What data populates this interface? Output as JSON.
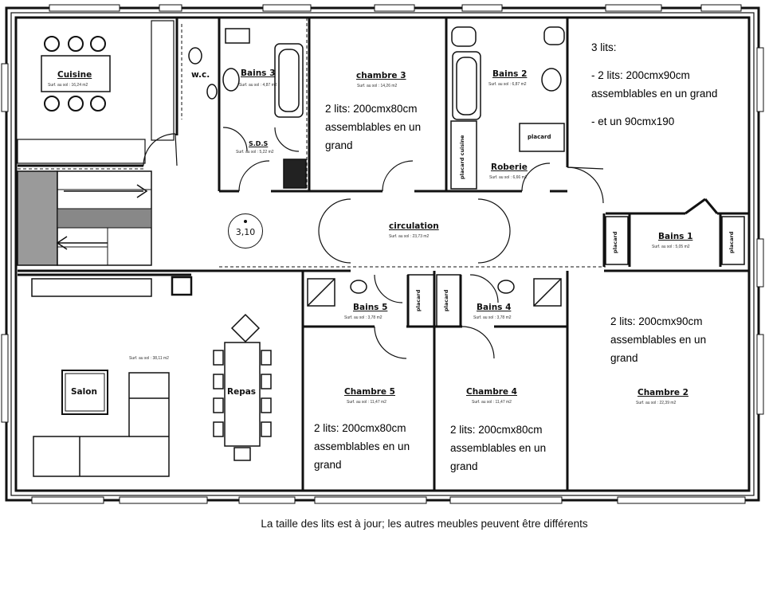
{
  "rooms": {
    "cuisine": {
      "name": "Cuisine",
      "area": "Surf. au sol : 16,24 m2"
    },
    "wc": {
      "name": "w.c."
    },
    "bains3": {
      "name": "Bains 3",
      "area": "Surf. au sol : 4,87 m2"
    },
    "sds": {
      "name": "S.D.S",
      "area": "Surf. au sol : 5,22 m2"
    },
    "chambre3": {
      "name": "chambre 3",
      "area": "Surf. au sol : 14,26 m2"
    },
    "bains2": {
      "name": "Bains 2",
      "area": "Surf. au sol : 6,87 m2"
    },
    "placard_cuisine": {
      "name": "placard cuisine"
    },
    "placard": {
      "name": "placard"
    },
    "roberie": {
      "name": "Roberie",
      "area": "Surf. au sol : 6,66 m2"
    },
    "circulation": {
      "name": "circulation",
      "area": "Surf. au sol : 23,73 m2"
    },
    "bains1": {
      "name": "Bains 1",
      "area": "Surf. au sol : 5,05 m2"
    },
    "placard_b1_left": {
      "name": "placard"
    },
    "placard_b1_right": {
      "name": "placard"
    },
    "salon": {
      "name": "Salon",
      "area": "Surf. au sol : 38,11 m2"
    },
    "repas": {
      "name": "Repas"
    },
    "bains5": {
      "name": "Bains 5",
      "area": "Surf. au sol : 3,78 m2"
    },
    "placard_b5": {
      "name": "placard"
    },
    "placard_b4": {
      "name": "placard"
    },
    "bains4": {
      "name": "Bains 4",
      "area": "Surf. au sol : 3,78 m2"
    },
    "chambre5": {
      "name": "Chambre 5",
      "area": "Surf. au sol : 11,47 m2"
    },
    "chambre4": {
      "name": "Chambre 4",
      "area": "Surf. au sol : 11,47 m2"
    },
    "chambre2": {
      "name": "Chambre 2",
      "area": "Surf. au sol : 22,39 m2"
    }
  },
  "height_marker": "3,10",
  "notes": {
    "chambre3": [
      "2 lits: 200cmx80cm",
      "assemblables en un",
      "grand"
    ],
    "chambre1": [
      "3 lits:",
      "",
      "- 2 lits: 200cmx90cm",
      "assemblables en un grand",
      "",
      "- et un 90cmx190"
    ],
    "chambre2": [
      "2 lits: 200cmx90cm",
      "assemblables en un",
      "grand"
    ],
    "chambre5": [
      "2 lits: 200cmx80cm",
      "assemblables en un",
      "grand"
    ],
    "chambre4": [
      "2 lits: 200cmx80cm",
      "assemblables en un",
      "grand"
    ]
  },
  "caption": "La taille des lits est à jour; les autres meubles peuvent être différents"
}
